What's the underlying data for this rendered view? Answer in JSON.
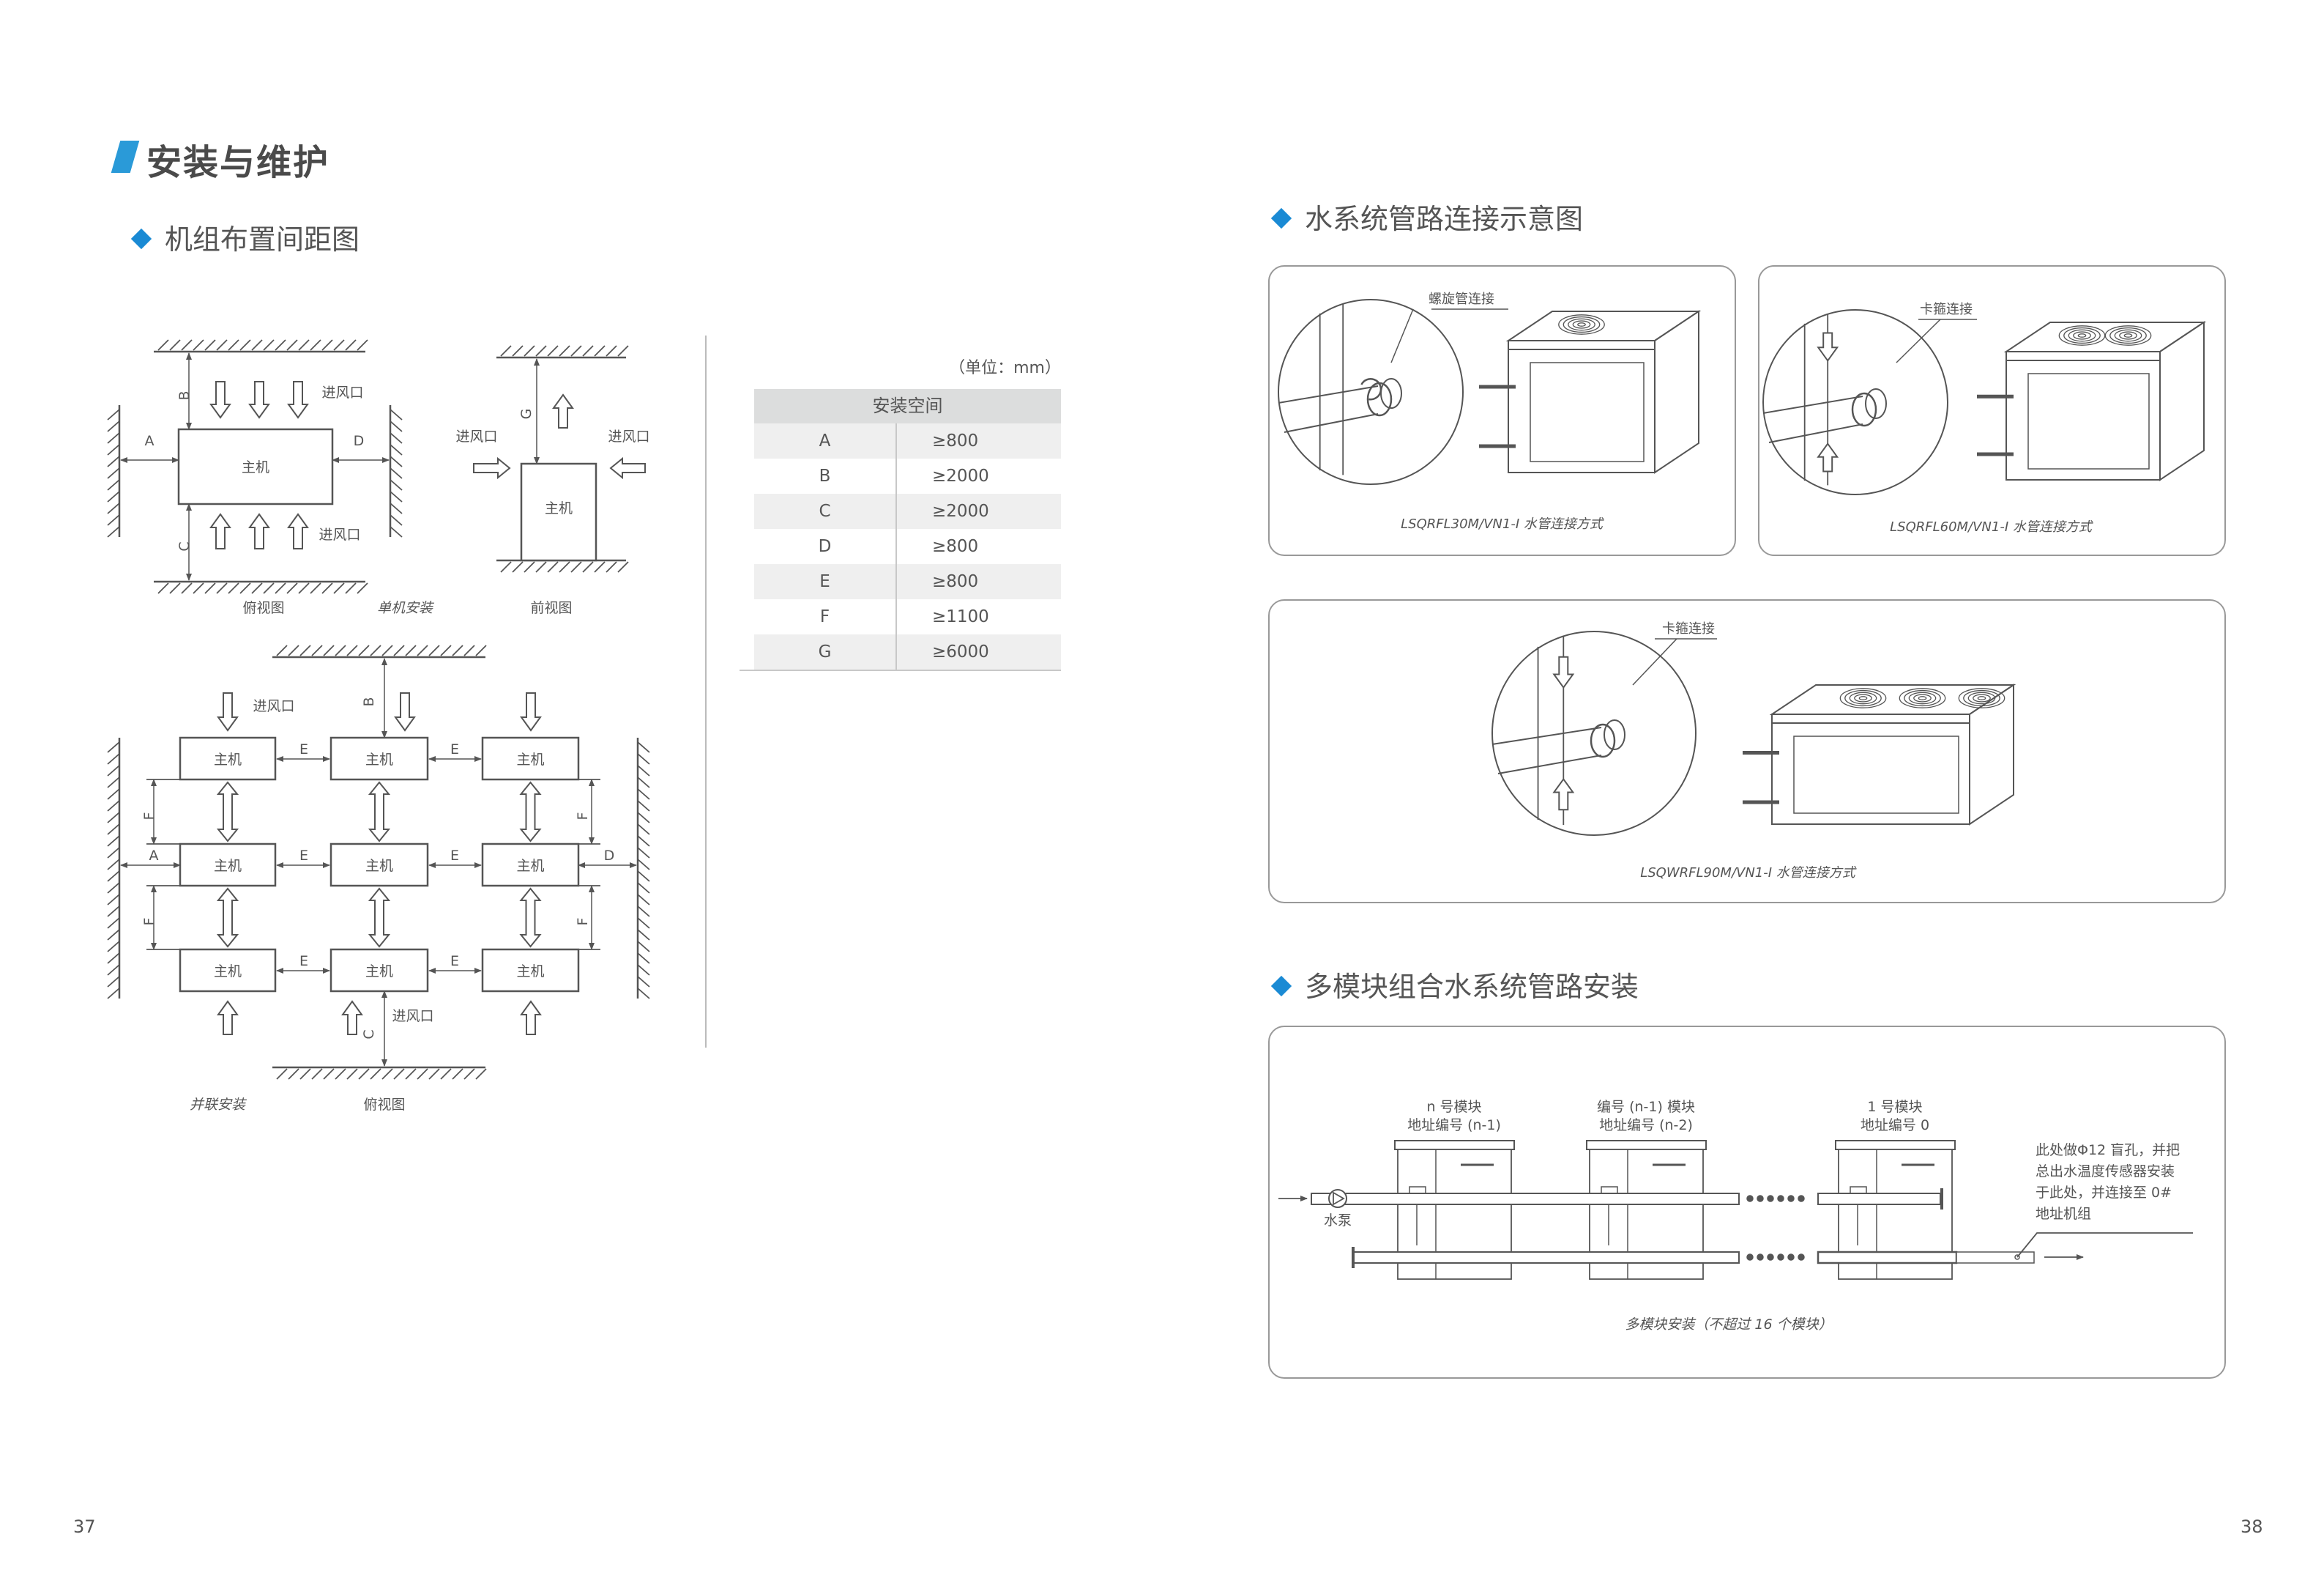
{
  "header": {
    "title": "安装与维护"
  },
  "left": {
    "subtitle": "机组布置间距图",
    "main_unit": "主机",
    "air_inlet": "进风口",
    "dims": {
      "A": "A",
      "B": "B",
      "C": "C",
      "D": "D",
      "E": "E",
      "F": "F",
      "G": "G"
    },
    "single": {
      "top_view": "俯视图",
      "caption": "单机安装",
      "front_view": "前视图"
    },
    "parallel": {
      "caption": "并联安装",
      "top_view": "俯视图"
    }
  },
  "table": {
    "unit": "（单位：mm）",
    "header": "安装空间",
    "rows": [
      {
        "key": "A",
        "value": "≥800"
      },
      {
        "key": "B",
        "value": "≥2000"
      },
      {
        "key": "C",
        "value": "≥2000"
      },
      {
        "key": "D",
        "value": "≥800"
      },
      {
        "key": "E",
        "value": "≥800"
      },
      {
        "key": "F",
        "value": "≥1100"
      },
      {
        "key": "G",
        "value": "≥6000"
      }
    ]
  },
  "right": {
    "pipe_section": {
      "subtitle": "水系统管路连接示意图",
      "panels": [
        {
          "callout": "螺旋管连接",
          "caption": "LSQRFL30M/VN1-I 水管连接方式"
        },
        {
          "callout": "卡箍连接",
          "caption": "LSQRFL60M/VN1-I 水管连接方式"
        },
        {
          "callout": "卡箍连接",
          "caption": "LSQWRFL90M/VN1-I 水管连接方式"
        }
      ]
    },
    "multi_section": {
      "subtitle": "多模块组合水系统管路安装",
      "modules": [
        {
          "line1": "n 号模块",
          "line2": "地址编号 (n-1)"
        },
        {
          "line1": "编号 (n-1) 模块",
          "line2": "地址编号 (n-2)"
        },
        {
          "line1": "1 号模块",
          "line2": "地址编号 0"
        }
      ],
      "pump_label": "水泵",
      "note": [
        "此处做Φ12 盲孔，并把",
        "总出水温度传感器安装",
        "于此处，并连接至 0#",
        "地址机组"
      ],
      "caption": "多模块安装（不超过 16 个模块）"
    }
  },
  "page_numbers": {
    "left": "37",
    "right": "38"
  },
  "colors": {
    "accent": "#1a8ad4",
    "text": "#555555",
    "line": "#555555",
    "table_header": "#dcdddd",
    "table_stripe": "#efefef"
  }
}
